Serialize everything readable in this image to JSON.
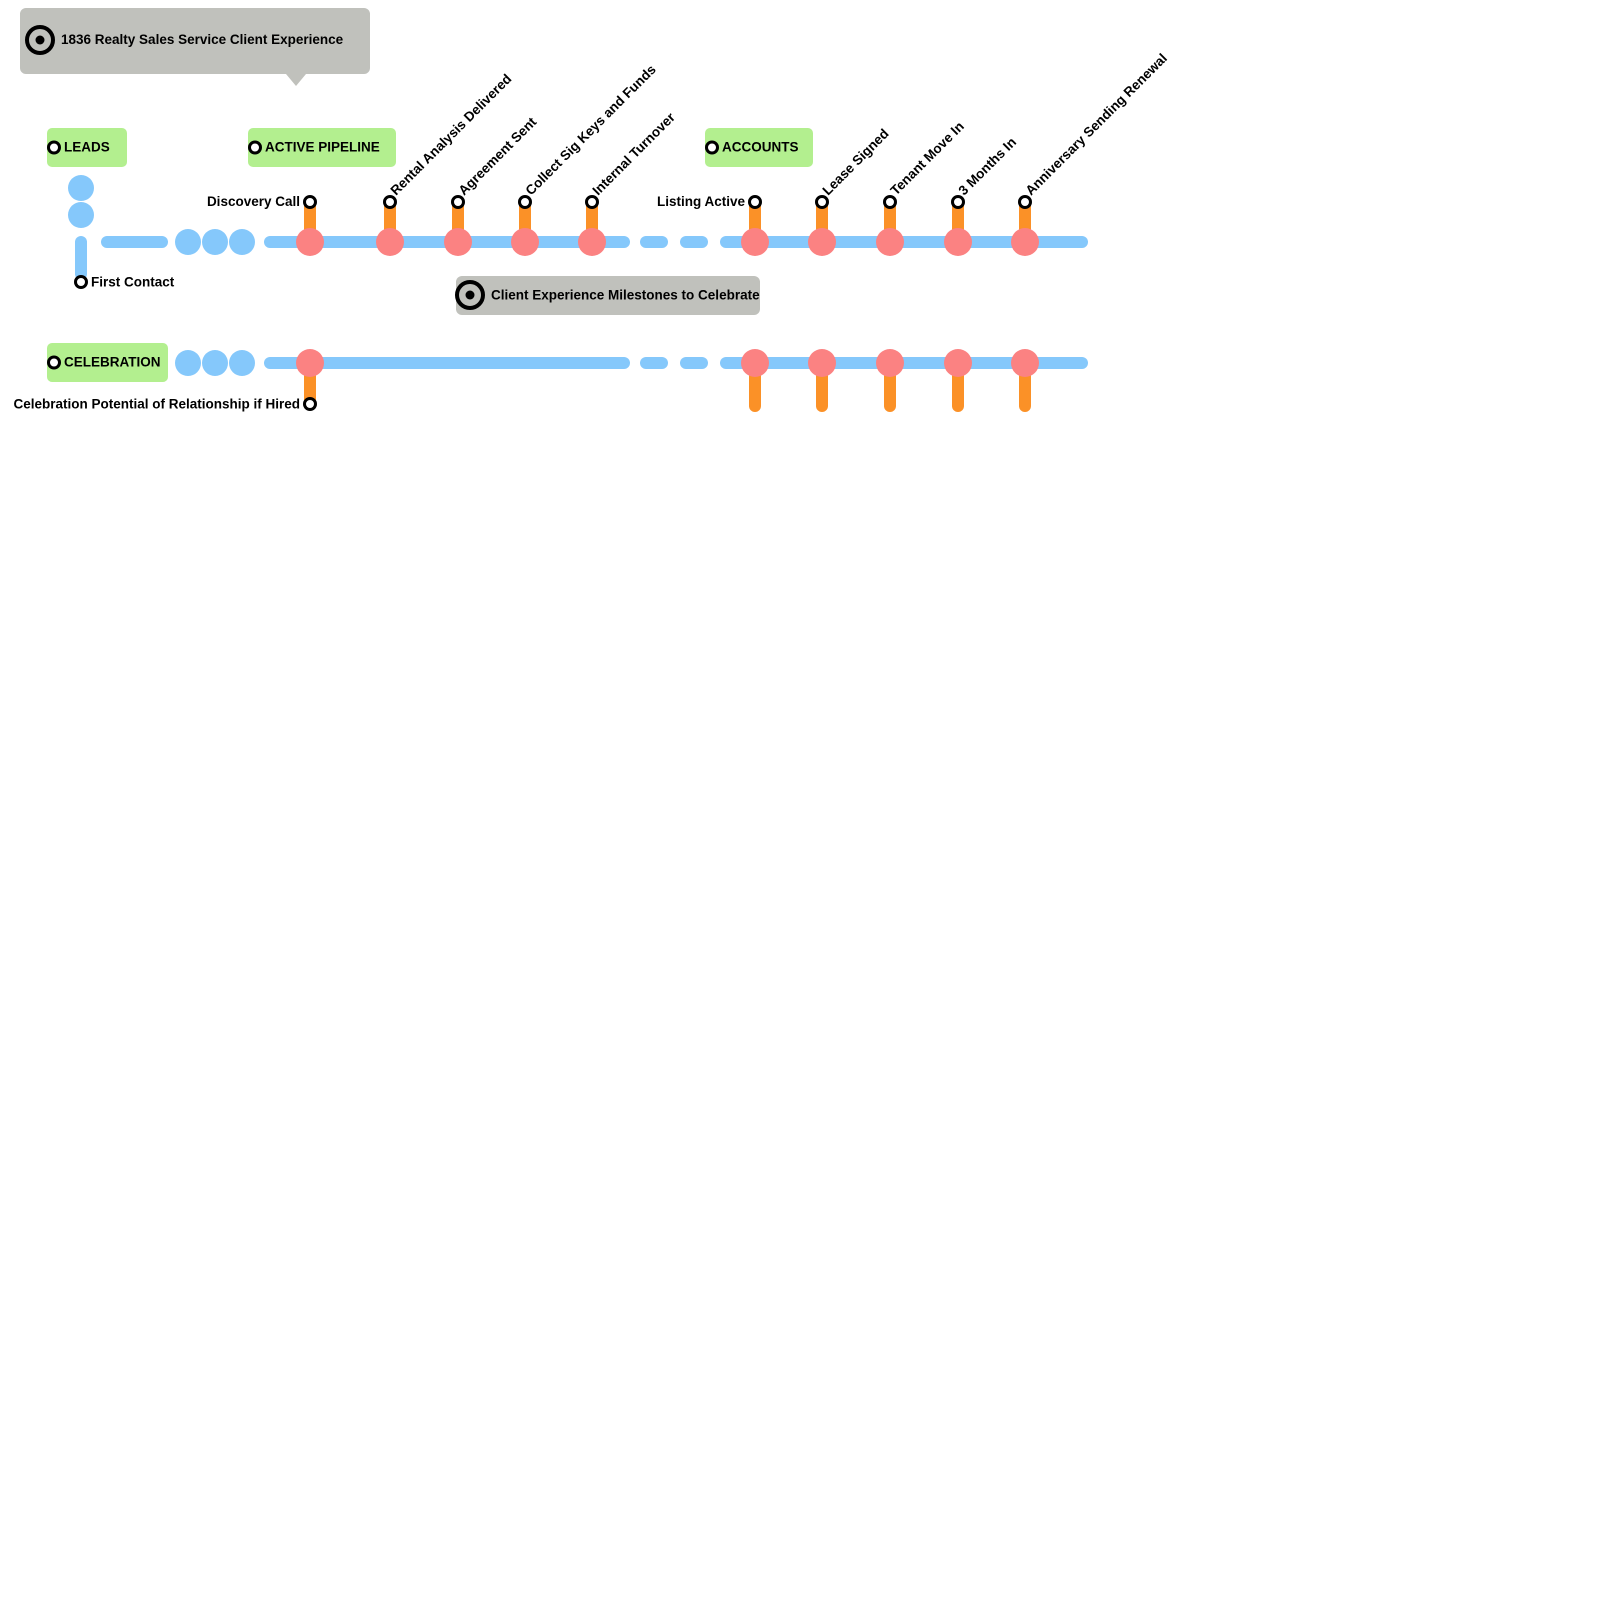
{
  "title": "1836 Realty Sales  Service Client Experience",
  "subtitle": "Client Experience Milestones to Celebrate",
  "colors": {
    "track": "#85c8fb",
    "station": "#fb8282",
    "branch": "#fb9127",
    "section_box": "#b3ef8f",
    "callout_box": "#c0c1bc",
    "marker": "#000000"
  },
  "sections": [
    {
      "label": "LEADS"
    },
    {
      "label": "ACTIVE PIPELINE"
    },
    {
      "label": "ACCOUNTS"
    },
    {
      "label": "CELEBRATION"
    }
  ],
  "leads": {
    "first_contact": "First Contact"
  },
  "pipeline_stations": [
    {
      "label": "Discovery Call",
      "orientation": "left"
    },
    {
      "label": "Rental Analysis Delivered",
      "orientation": "diagonal"
    },
    {
      "label": "Agreement Sent",
      "orientation": "diagonal"
    },
    {
      "label": "Collect Sig Keys and Funds",
      "orientation": "diagonal"
    },
    {
      "label": "Internal Turnover",
      "orientation": "diagonal"
    },
    {
      "label": "Listing Active",
      "orientation": "left"
    },
    {
      "label": "Lease Signed",
      "orientation": "diagonal"
    },
    {
      "label": "Tenant Move In",
      "orientation": "diagonal"
    },
    {
      "label": "3 Months In",
      "orientation": "diagonal"
    },
    {
      "label": "Anniversary Sending Renewal",
      "orientation": "diagonal"
    }
  ],
  "celebration": {
    "first_station": "Celebration Potential of Relationship if Hired"
  }
}
